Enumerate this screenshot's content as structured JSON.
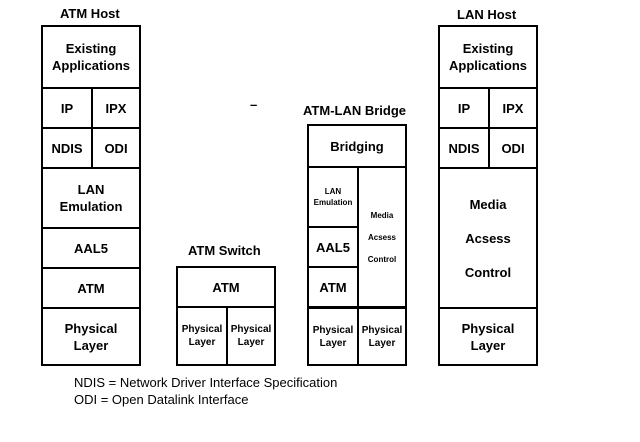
{
  "atm_host": {
    "title": "ATM Host",
    "existing_apps": "Existing\nApplications",
    "ip": "IP",
    "ipx": "IPX",
    "ndis": "NDIS",
    "odi": "ODI",
    "lan_emulation": "LAN\nEmulation",
    "aal5": "AAL5",
    "atm": "ATM",
    "physical_layer": "Physical\nLayer"
  },
  "atm_switch": {
    "title": "ATM Switch",
    "atm": "ATM",
    "physical_layer_left": "Physical\nLayer",
    "physical_layer_right": "Physical\nLayer"
  },
  "bridge": {
    "title": "ATM-LAN Bridge",
    "bridging": "Bridging",
    "lan_emulation": "LAN\nEmulation",
    "aal5": "AAL5",
    "atm": "ATM",
    "media_access_control": "Media\n\nAcsess\n\nControl",
    "physical_layer_left": "Physical\nLayer",
    "physical_layer_right": "Physical\nLayer"
  },
  "lan_host": {
    "title": "LAN Host",
    "existing_apps": "Existing\nApplications",
    "ip": "IP",
    "ipx": "IPX",
    "ndis": "NDIS",
    "odi": "ODI",
    "media_access_control": "Media\n\nAcsess\n\nControl",
    "physical_layer": "Physical\nLayer"
  },
  "separator_mark": "–",
  "legend": {
    "ndis": "NDIS = Network Driver Interface Specification",
    "odi": "ODI = Open Datalink Interface"
  }
}
